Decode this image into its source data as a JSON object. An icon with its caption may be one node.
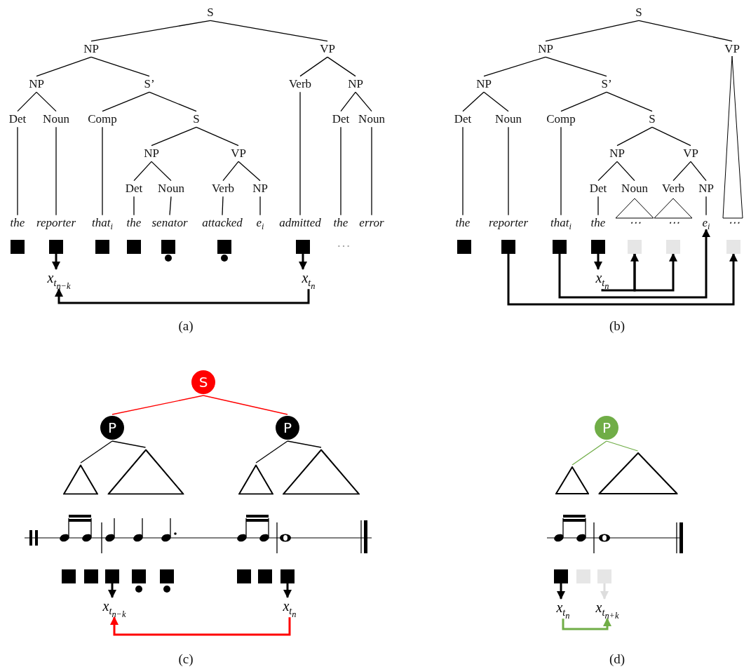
{
  "diagram": {
    "nodes": [
      {
        "text": [
          "S"
        ]
      },
      {
        "text": [
          "NP"
        ]
      },
      {
        "text": [
          "VP"
        ]
      },
      {
        "text": [
          "NP"
        ]
      },
      {
        "text": [
          "S’"
        ]
      },
      {
        "text": [
          "Verb"
        ]
      },
      {
        "text": [
          "NP"
        ]
      },
      {
        "text": [
          "Det"
        ]
      },
      {
        "text": [
          "Noun"
        ]
      },
      {
        "text": [
          "Comp"
        ]
      },
      {
        "text": [
          "S"
        ]
      },
      {
        "text": [
          "Det"
        ]
      },
      {
        "text": [
          "Noun"
        ]
      },
      {
        "text": [
          "NP"
        ]
      },
      {
        "text": [
          "VP"
        ]
      },
      {
        "text": [
          "Det"
        ]
      },
      {
        "text": [
          "Noun"
        ]
      },
      {
        "text": [
          "Verb"
        ]
      },
      {
        "text": [
          "NP"
        ]
      },
      {
        "text": [
          "the"
        ]
      },
      {
        "text": [
          "reporter"
        ]
      },
      {
        "text": [
          "that$_{i}$"
        ]
      },
      {
        "text": [
          "the"
        ]
      },
      {
        "text": [
          "senator"
        ]
      },
      {
        "text": [
          "attacked"
        ]
      },
      {
        "text": [
          "e$_{i}$"
        ]
      },
      {
        "text": [
          "admitted"
        ]
      },
      {
        "text": [
          "the"
        ]
      },
      {
        "text": [
          "error"
        ]
      },
      {
        "text": [],
        "shape": "box"
      },
      {
        "text": [],
        "shape": "box"
      },
      {
        "text": [],
        "shape": "box"
      },
      {
        "text": [],
        "shape": "box"
      },
      {
        "text": [],
        "shape": "box"
      },
      {
        "text": [],
        "shape": "box"
      },
      {
        "text": [],
        "shape": "box"
      },
      {
        "text": [
          "x$_{t}$$_{n−k}$"
        ]
      },
      {
        "text": [
          "x$_{t}$$_{n}$"
        ]
      },
      {
        "text": [
          "S"
        ]
      },
      {
        "text": [
          "NP"
        ]
      },
      {
        "text": [
          "VP"
        ]
      },
      {
        "text": [
          "NP"
        ]
      },
      {
        "text": [
          "S’"
        ]
      },
      {
        "text": [
          "Det"
        ]
      },
      {
        "text": [
          "Noun"
        ]
      },
      {
        "text": [
          "Comp"
        ]
      },
      {
        "text": [
          "S"
        ]
      },
      {
        "text": [
          "NP"
        ]
      },
      {
        "text": [
          "VP"
        ]
      },
      {
        "text": [
          "Det"
        ]
      },
      {
        "text": [
          "Noun"
        ]
      },
      {
        "text": [
          "Verb"
        ]
      },
      {
        "text": [
          "NP"
        ]
      },
      {
        "text": [
          "the"
        ]
      },
      {
        "text": [
          "reporter"
        ]
      },
      {
        "text": [
          "that$_{i}$"
        ]
      },
      {
        "text": [
          "the"
        ]
      },
      {
        "text": [
          "⋯"
        ]
      },
      {
        "text": [
          "⋯"
        ]
      },
      {
        "text": [
          "e$_{i}$"
        ]
      },
      {
        "text": [
          "⋯"
        ]
      },
      {
        "text": [],
        "shape": "box"
      },
      {
        "text": [],
        "shape": "box"
      },
      {
        "text": [],
        "shape": "box"
      },
      {
        "text": [],
        "shape": "box"
      },
      {
        "text": [],
        "shape": "box"
      },
      {
        "text": [],
        "shape": "box"
      },
      {
        "text": [],
        "shape": "box"
      },
      {
        "text": [
          "x$_{t}$$_{n}$"
        ]
      },
      {
        "text": [
          "S"
        ]
      },
      {
        "text": [
          "P"
        ]
      },
      {
        "text": [
          "P"
        ]
      },
      {
        "text": [],
        "shape": "triangle"
      },
      {
        "text": [],
        "shape": "triangle"
      },
      {
        "text": [],
        "shape": "triangle"
      },
      {
        "text": [],
        "shape": "triangle"
      },
      {
        "text": [],
        "shape": "box"
      },
      {
        "text": [],
        "shape": "box"
      },
      {
        "text": [],
        "shape": "box"
      },
      {
        "text": [],
        "shape": "box"
      },
      {
        "text": [],
        "shape": "box"
      },
      {
        "text": [],
        "shape": "box"
      },
      {
        "text": [],
        "shape": "box"
      },
      {
        "text": [],
        "shape": "box"
      },
      {
        "text": [
          "x$_{t}$$_{n−k}$"
        ]
      },
      {
        "text": [
          "x$_{t}$$_{n}$"
        ]
      },
      {
        "text": [
          "P"
        ]
      },
      {
        "text": [],
        "shape": "triangle"
      },
      {
        "text": [],
        "shape": "triangle"
      },
      {
        "text": [],
        "shape": "box"
      },
      {
        "text": [],
        "shape": "box"
      },
      {
        "text": [],
        "shape": "box"
      },
      {
        "text": [
          "x$_{t}$$_{n}$"
        ]
      },
      {
        "text": [
          "x$_{t}$$_{n+k}$"
        ]
      }
    ],
    "edges": [
      {
        "from": 0,
        "to": 1,
        "arrow": "none"
      },
      {
        "from": 0,
        "to": 2,
        "arrow": "none"
      },
      {
        "from": 1,
        "to": 3,
        "arrow": "none"
      },
      {
        "from": 1,
        "to": 4,
        "arrow": "none"
      },
      {
        "from": 2,
        "to": 5,
        "arrow": "none"
      },
      {
        "from": 2,
        "to": 6,
        "arrow": "none"
      },
      {
        "from": 3,
        "to": 7,
        "arrow": "none"
      },
      {
        "from": 3,
        "to": 8,
        "arrow": "none"
      },
      {
        "from": 4,
        "to": 9,
        "arrow": "none"
      },
      {
        "from": 4,
        "to": 10,
        "arrow": "none"
      },
      {
        "from": 6,
        "to": 11,
        "arrow": "none"
      },
      {
        "from": 6,
        "to": 12,
        "arrow": "none"
      },
      {
        "from": 10,
        "to": 13,
        "arrow": "none"
      },
      {
        "from": 10,
        "to": 14,
        "arrow": "none"
      },
      {
        "from": 13,
        "to": 15,
        "arrow": "none"
      },
      {
        "from": 13,
        "to": 16,
        "arrow": "none"
      },
      {
        "from": 14,
        "to": 17,
        "arrow": "none"
      },
      {
        "from": 14,
        "to": 18,
        "arrow": "none"
      },
      {
        "from": 7,
        "to": 19,
        "arrow": "none"
      },
      {
        "from": 8,
        "to": 20,
        "arrow": "none"
      },
      {
        "from": 9,
        "to": 21,
        "arrow": "none"
      },
      {
        "from": 15,
        "to": 22,
        "arrow": "none"
      },
      {
        "from": 16,
        "to": 23,
        "arrow": "none"
      },
      {
        "from": 17,
        "to": 24,
        "arrow": "none"
      },
      {
        "from": 18,
        "to": 25,
        "arrow": "none"
      },
      {
        "from": 5,
        "to": 26,
        "arrow": "none"
      },
      {
        "from": 11,
        "to": 27,
        "arrow": "none"
      },
      {
        "from": 12,
        "to": 28,
        "arrow": "none"
      },
      {
        "from": 30,
        "to": 36,
        "arrow": "to",
        "style": "thick"
      },
      {
        "from": 35,
        "to": 37,
        "arrow": "to",
        "style": "thick"
      },
      {
        "from": 37,
        "to": 36,
        "arrow": "to",
        "style": "thick"
      },
      {
        "from": 38,
        "to": 39,
        "arrow": "none"
      },
      {
        "from": 38,
        "to": 40,
        "arrow": "none"
      },
      {
        "from": 39,
        "to": 41,
        "arrow": "none"
      },
      {
        "from": 39,
        "to": 42,
        "arrow": "none"
      },
      {
        "from": 41,
        "to": 43,
        "arrow": "none"
      },
      {
        "from": 41,
        "to": 44,
        "arrow": "none"
      },
      {
        "from": 42,
        "to": 45,
        "arrow": "none"
      },
      {
        "from": 42,
        "to": 46,
        "arrow": "none"
      },
      {
        "from": 46,
        "to": 47,
        "arrow": "none"
      },
      {
        "from": 46,
        "to": 48,
        "arrow": "none"
      },
      {
        "from": 47,
        "to": 49,
        "arrow": "none"
      },
      {
        "from": 47,
        "to": 50,
        "arrow": "none"
      },
      {
        "from": 48,
        "to": 51,
        "arrow": "none"
      },
      {
        "from": 48,
        "to": 52,
        "arrow": "none"
      },
      {
        "from": 43,
        "to": 53,
        "arrow": "none"
      },
      {
        "from": 44,
        "to": 54,
        "arrow": "none"
      },
      {
        "from": 45,
        "to": 55,
        "arrow": "none"
      },
      {
        "from": 49,
        "to": 56,
        "arrow": "none"
      },
      {
        "from": 52,
        "to": 59,
        "arrow": "none"
      },
      {
        "from": 64,
        "to": 68,
        "arrow": "to",
        "style": "thick"
      },
      {
        "from": 68,
        "to": 65,
        "arrow": "to",
        "style": "thick"
      },
      {
        "from": 65,
        "to": 66,
        "arrow": "to",
        "style": "thick"
      },
      {
        "from": 63,
        "to": 59,
        "arrow": "to",
        "style": "thick"
      },
      {
        "from": 62,
        "to": 67,
        "arrow": "to",
        "style": "thick"
      },
      {
        "from": 69,
        "to": 70,
        "arrow": "none",
        "color": "#ff0000"
      },
      {
        "from": 69,
        "to": 71,
        "arrow": "none",
        "color": "#ff0000"
      },
      {
        "from": 70,
        "to": 72,
        "arrow": "none"
      },
      {
        "from": 70,
        "to": 73,
        "arrow": "none"
      },
      {
        "from": 71,
        "to": 74,
        "arrow": "none"
      },
      {
        "from": 71,
        "to": 75,
        "arrow": "none"
      },
      {
        "from": 78,
        "to": 84,
        "arrow": "to",
        "style": "thick"
      },
      {
        "from": 83,
        "to": 85,
        "arrow": "to",
        "style": "thick"
      },
      {
        "from": 85,
        "to": 84,
        "arrow": "to",
        "style": "thick",
        "color": "#ff0000"
      },
      {
        "from": 86,
        "to": 87,
        "arrow": "none",
        "color": "#70ad47"
      },
      {
        "from": 86,
        "to": 88,
        "arrow": "none",
        "color": "#70ad47"
      },
      {
        "from": 89,
        "to": 92,
        "arrow": "to",
        "style": "thick"
      },
      {
        "from": 91,
        "to": 93,
        "arrow": "to",
        "style": "thick",
        "color": "#dddddd"
      },
      {
        "from": 92,
        "to": 93,
        "arrow": "to",
        "style": "thick",
        "color": "#70ad47"
      }
    ],
    "labels": [
      "⋯",
      "(a)",
      "(b)",
      "(c)",
      "(d)"
    ]
  }
}
